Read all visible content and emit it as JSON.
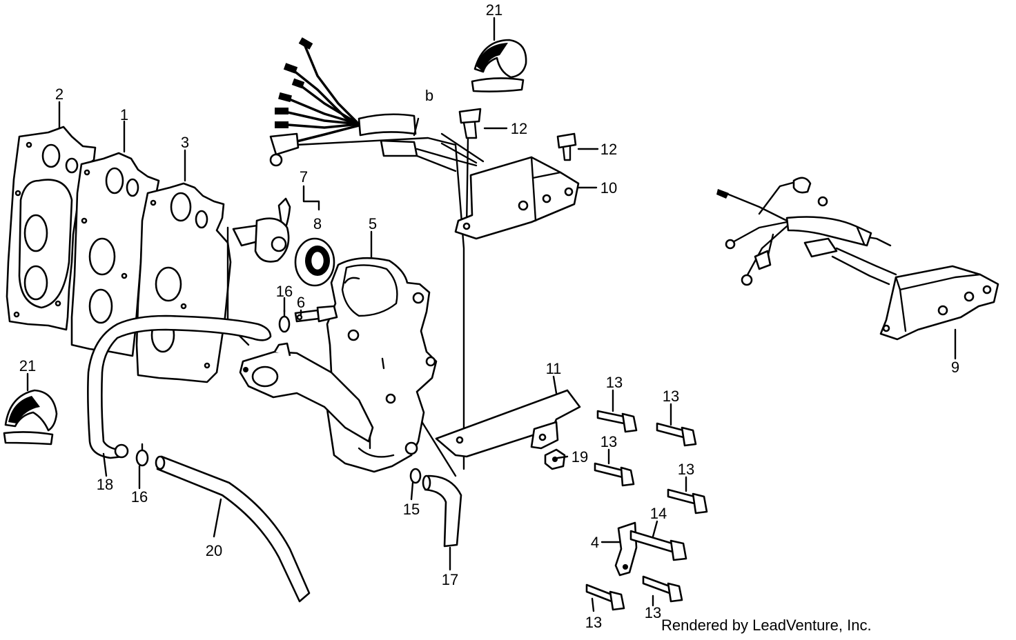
{
  "diagram": {
    "callouts": [
      {
        "id": "c2",
        "text": "2"
      },
      {
        "id": "c1",
        "text": "1"
      },
      {
        "id": "c3",
        "text": "3"
      },
      {
        "id": "c21a",
        "text": "21"
      },
      {
        "id": "c12a",
        "text": "12"
      },
      {
        "id": "c12b",
        "text": "12"
      },
      {
        "id": "c10",
        "text": "10"
      },
      {
        "id": "c7",
        "text": "7"
      },
      {
        "id": "c8",
        "text": "8"
      },
      {
        "id": "c5",
        "text": "5"
      },
      {
        "id": "c16a",
        "text": "16"
      },
      {
        "id": "c6",
        "text": "6"
      },
      {
        "id": "c9",
        "text": "9"
      },
      {
        "id": "c11",
        "text": "11"
      },
      {
        "id": "c13a",
        "text": "13"
      },
      {
        "id": "c13b",
        "text": "13"
      },
      {
        "id": "c13c",
        "text": "13"
      },
      {
        "id": "c13d",
        "text": "13"
      },
      {
        "id": "c19",
        "text": "19"
      },
      {
        "id": "c14",
        "text": "14"
      },
      {
        "id": "c4",
        "text": "4"
      },
      {
        "id": "c13e",
        "text": "13"
      },
      {
        "id": "c13f",
        "text": "13"
      },
      {
        "id": "c21b",
        "text": "21"
      },
      {
        "id": "c18",
        "text": "18"
      },
      {
        "id": "c16b",
        "text": "16"
      },
      {
        "id": "c20",
        "text": "20"
      },
      {
        "id": "c15",
        "text": "15"
      },
      {
        "id": "c17",
        "text": "17"
      }
    ],
    "credit": "Rendered by LeadVenture, Inc."
  }
}
